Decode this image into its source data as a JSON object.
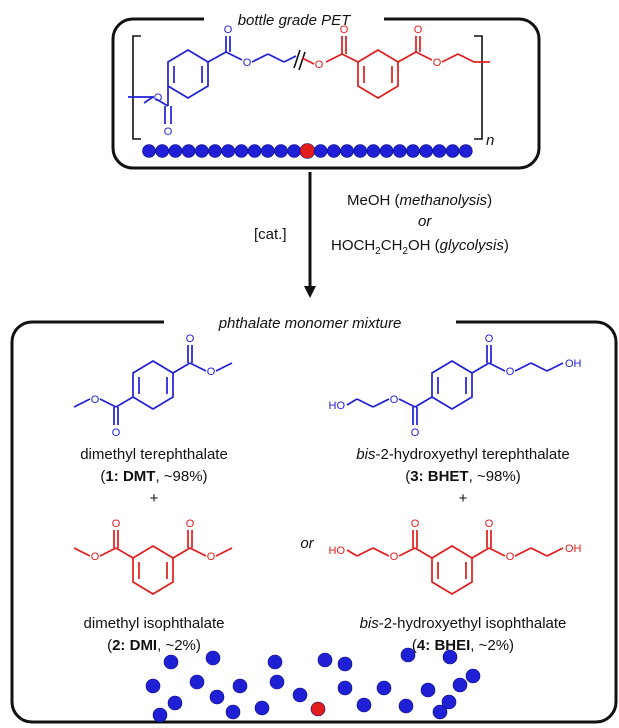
{
  "colors": {
    "blue": "#1f1fd6",
    "red": "#e21b1b",
    "black": "#111111"
  },
  "polymer": {
    "title": "bottle grade PET",
    "subscript": "n",
    "atoms": {
      "O": "O"
    }
  },
  "arrow": {
    "catalyst": "[cat.]",
    "reagent1": "MeOH",
    "reagent1_note": "methanolysis",
    "or": "or",
    "reagent2_a": "HOCH",
    "reagent2_sub1": "2",
    "reagent2_b": "CH",
    "reagent2_sub2": "2",
    "reagent2_c": "OH",
    "reagent2_note": "glycolysis"
  },
  "mixture": {
    "title": "phthalate monomer mixture",
    "or": "or",
    "plus": "+",
    "atoms": {
      "O": "O",
      "HO": "HO",
      "OH": "OH"
    },
    "dmt": {
      "name": "dimethyl terephthalate",
      "num": "1:",
      "abbr": "DMT",
      "pct": ", ~98%)"
    },
    "dmi": {
      "name": "dimethyl isophthalate",
      "num": "2:",
      "abbr": "DMI",
      "pct": ", ~2%)"
    },
    "bhet": {
      "name_prefix": "bis",
      "name_rest": "-2-hydroxyethyl terephthalate",
      "num": "3:",
      "abbr": "BHET",
      "pct": ", ~98%)"
    },
    "bhei": {
      "name_prefix": "bis",
      "name_rest": "-2-hydroxyethyl isophthalate",
      "num": "4:",
      "abbr": "BHEI",
      "pct": ", ~2%)"
    }
  }
}
